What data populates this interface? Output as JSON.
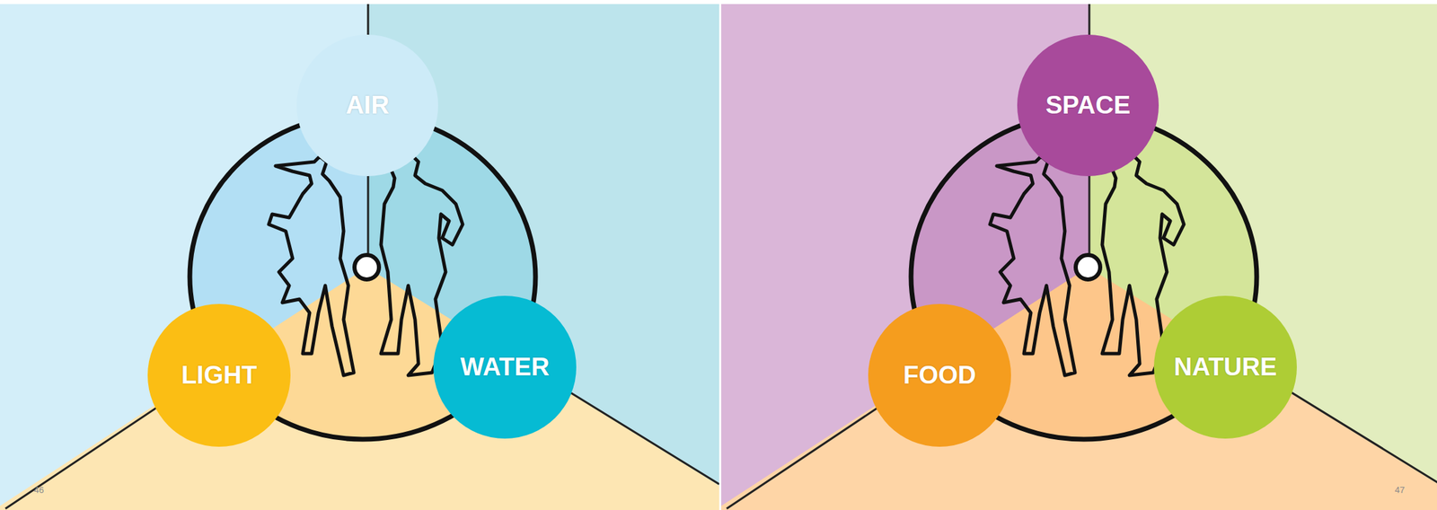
{
  "diagram": {
    "nodes": [
      {
        "text": [
          "AIR"
        ]
      },
      {
        "text": [
          "LIGHT"
        ]
      },
      {
        "text": [
          "WATER"
        ]
      },
      {
        "text": [
          "SPACE"
        ]
      },
      {
        "text": [
          "FOOD"
        ]
      },
      {
        "text": [
          "NATURE"
        ]
      }
    ],
    "labels": [
      "46",
      "47"
    ]
  }
}
